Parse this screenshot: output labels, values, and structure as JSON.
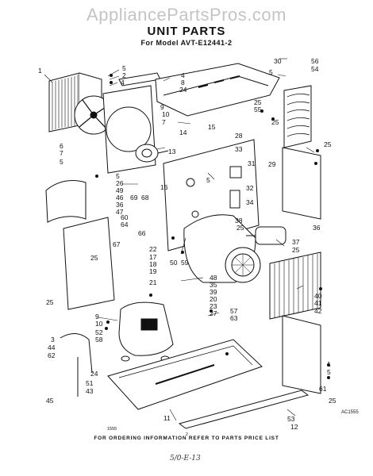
{
  "watermark": "AppliancePartsPros.com",
  "title": "UNIT PARTS",
  "model_line": "For Model AVT-E12441-2",
  "footer": "FOR ORDERING INFORMATION REFER TO PARTS PRICE LIST",
  "figure_code": "AC1555",
  "footnote": "1555",
  "page_number": "2",
  "handwritten_note": "5/0-E-13",
  "callouts": [
    {
      "id": "c1",
      "text": "1"
    },
    {
      "id": "c2",
      "text": "5"
    },
    {
      "id": "c3",
      "text": "2"
    },
    {
      "id": "c4",
      "text": "4"
    },
    {
      "id": "c5",
      "text": "4"
    },
    {
      "id": "c6",
      "text": "8"
    },
    {
      "id": "c7",
      "text": "24"
    },
    {
      "id": "c8",
      "text": "30"
    },
    {
      "id": "c9",
      "text": "56"
    },
    {
      "id": "c10",
      "text": "54"
    },
    {
      "id": "c11",
      "text": "5"
    },
    {
      "id": "c12",
      "text": "9"
    },
    {
      "id": "c13",
      "text": "10"
    },
    {
      "id": "c14",
      "text": "7"
    },
    {
      "id": "c15",
      "text": "14"
    },
    {
      "id": "c16",
      "text": "15"
    },
    {
      "id": "c17",
      "text": "13"
    },
    {
      "id": "c18",
      "text": "25"
    },
    {
      "id": "c19",
      "text": "55"
    },
    {
      "id": "c20",
      "text": "25"
    },
    {
      "id": "c21",
      "text": "6"
    },
    {
      "id": "c22",
      "text": "7"
    },
    {
      "id": "c23",
      "text": "5"
    },
    {
      "id": "c24",
      "text": "28"
    },
    {
      "id": "c25",
      "text": "33"
    },
    {
      "id": "c26",
      "text": "31"
    },
    {
      "id": "c27",
      "text": "29"
    },
    {
      "id": "c28",
      "text": "25"
    },
    {
      "id": "c29",
      "text": "5"
    },
    {
      "id": "c30",
      "text": "26"
    },
    {
      "id": "c31",
      "text": "49"
    },
    {
      "id": "c32",
      "text": "46"
    },
    {
      "id": "c33",
      "text": "36"
    },
    {
      "id": "c34",
      "text": "47"
    },
    {
      "id": "c35",
      "text": "69"
    },
    {
      "id": "c36",
      "text": "68"
    },
    {
      "id": "c37",
      "text": "16"
    },
    {
      "id": "c38",
      "text": "5"
    },
    {
      "id": "c39",
      "text": "32"
    },
    {
      "id": "c40",
      "text": "34"
    },
    {
      "id": "c41",
      "text": "36"
    },
    {
      "id": "c42",
      "text": "60"
    },
    {
      "id": "c43",
      "text": "64"
    },
    {
      "id": "c44",
      "text": "66"
    },
    {
      "id": "c45",
      "text": "67"
    },
    {
      "id": "c46",
      "text": "38"
    },
    {
      "id": "c47",
      "text": "25"
    },
    {
      "id": "c48",
      "text": "37"
    },
    {
      "id": "c49",
      "text": "25"
    },
    {
      "id": "c50",
      "text": "22"
    },
    {
      "id": "c51",
      "text": "17"
    },
    {
      "id": "c52",
      "text": "18"
    },
    {
      "id": "c53",
      "text": "19"
    },
    {
      "id": "c54",
      "text": "21"
    },
    {
      "id": "c55",
      "text": "50"
    },
    {
      "id": "c56",
      "text": "59"
    },
    {
      "id": "c57",
      "text": "25"
    },
    {
      "id": "c58",
      "text": "48"
    },
    {
      "id": "c59",
      "text": "35"
    },
    {
      "id": "c60",
      "text": "39"
    },
    {
      "id": "c61",
      "text": "20"
    },
    {
      "id": "c62",
      "text": "23"
    },
    {
      "id": "c63",
      "text": "27"
    },
    {
      "id": "c64",
      "text": "57"
    },
    {
      "id": "c65",
      "text": "63"
    },
    {
      "id": "c66",
      "text": "40"
    },
    {
      "id": "c67",
      "text": "41"
    },
    {
      "id": "c68",
      "text": "42"
    },
    {
      "id": "c69",
      "text": "25"
    },
    {
      "id": "c70",
      "text": "9"
    },
    {
      "id": "c71",
      "text": "10"
    },
    {
      "id": "c72",
      "text": "52"
    },
    {
      "id": "c73",
      "text": "58"
    },
    {
      "id": "c74",
      "text": "3"
    },
    {
      "id": "c75",
      "text": "44"
    },
    {
      "id": "c76",
      "text": "62"
    },
    {
      "id": "c77",
      "text": "24"
    },
    {
      "id": "c78",
      "text": "51"
    },
    {
      "id": "c79",
      "text": "43"
    },
    {
      "id": "c80",
      "text": "45"
    },
    {
      "id": "c81",
      "text": "11"
    },
    {
      "id": "c82",
      "text": "53"
    },
    {
      "id": "c83",
      "text": "12"
    },
    {
      "id": "c84",
      "text": "1"
    },
    {
      "id": "c85",
      "text": "5"
    },
    {
      "id": "c86",
      "text": "61"
    },
    {
      "id": "c87",
      "text": "25"
    }
  ]
}
